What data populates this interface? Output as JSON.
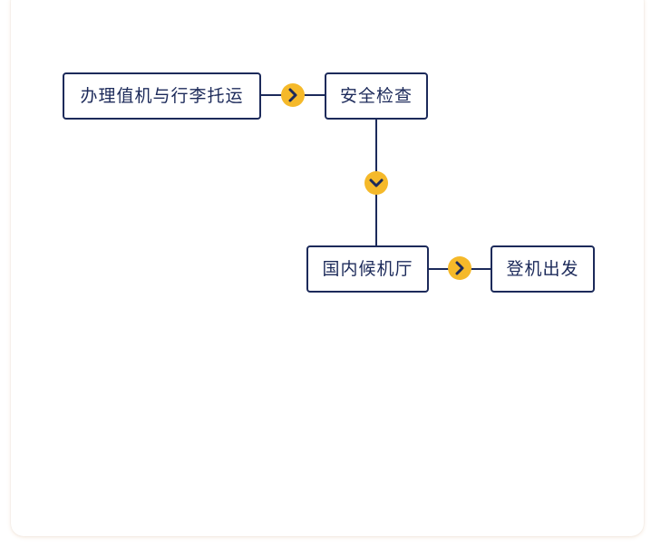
{
  "flow": {
    "steps": [
      {
        "label": "办理值机与行李托运"
      },
      {
        "label": "安全检查"
      },
      {
        "label": "国内候机厅"
      },
      {
        "label": "登机出发"
      }
    ]
  },
  "colors": {
    "node_border": "#1c2a5a",
    "arrow_fill": "#f5b92a",
    "arrow_chevron": "#1c2a5a"
  },
  "icons": {
    "right": "chevron-right-icon",
    "down": "chevron-down-icon"
  }
}
